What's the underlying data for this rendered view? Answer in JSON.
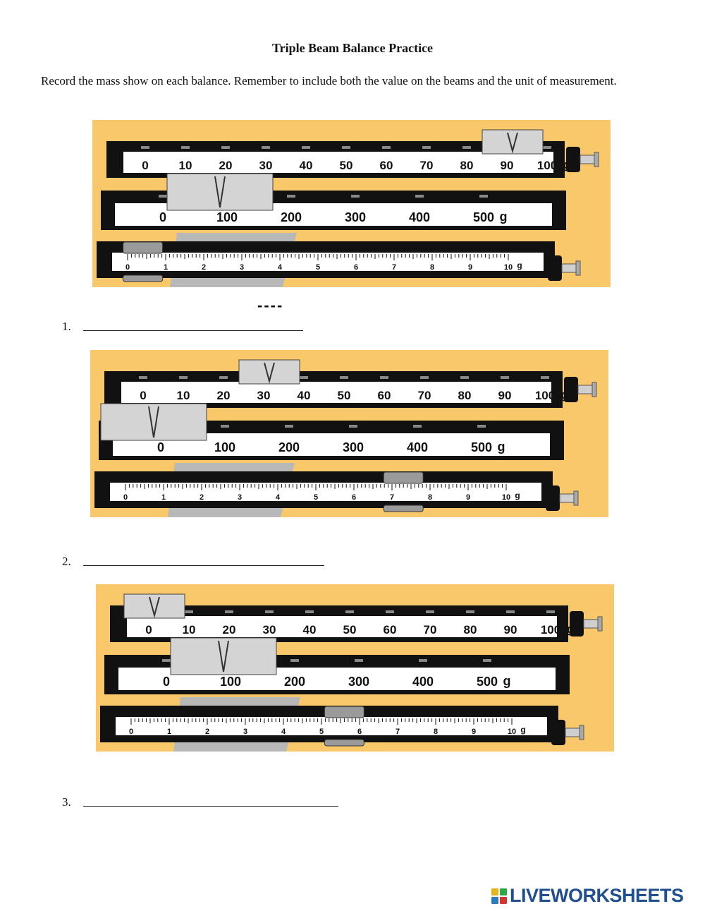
{
  "worksheet": {
    "title": "Triple Beam Balance Practice",
    "instructions": "Record the mass show on each balance.  Remember to include both the value on the beams and the unit of measurement.",
    "example_marker": "----"
  },
  "scale": {
    "beam100_labels": [
      "0",
      "10",
      "20",
      "30",
      "40",
      "50",
      "60",
      "70",
      "80",
      "90",
      "100"
    ],
    "beam500_labels": [
      "0",
      "100",
      "200",
      "300",
      "400",
      "500"
    ],
    "beam10_labels": [
      "0",
      "1",
      "2",
      "3",
      "4",
      "5",
      "6",
      "7",
      "8",
      "9",
      "10"
    ],
    "unit": "g"
  },
  "balances": [
    {
      "beam500_rider": 100,
      "beam100_rider": 90,
      "beam10_rider": 0.4
    },
    {
      "beam500_rider": 0,
      "beam100_rider": 30,
      "beam10_rider": 7.3
    },
    {
      "beam500_rider": 100,
      "beam100_rider": 0,
      "beam10_rider": 5.6
    }
  ],
  "questions": [
    {
      "number": "1.",
      "answer": ""
    },
    {
      "number": "2.",
      "answer": ""
    },
    {
      "number": "3.",
      "answer": ""
    }
  ],
  "branding": {
    "logo_text": "LIVEWORKSHEETS",
    "logo_colors": [
      "#e8b21e",
      "#2aa84a",
      "#2a7bc2",
      "#d9342b"
    ]
  },
  "colors": {
    "panel": "#f9c86a",
    "beam": "#111111",
    "rider": "#d4d4d4",
    "logo": "#1f4f8f"
  }
}
